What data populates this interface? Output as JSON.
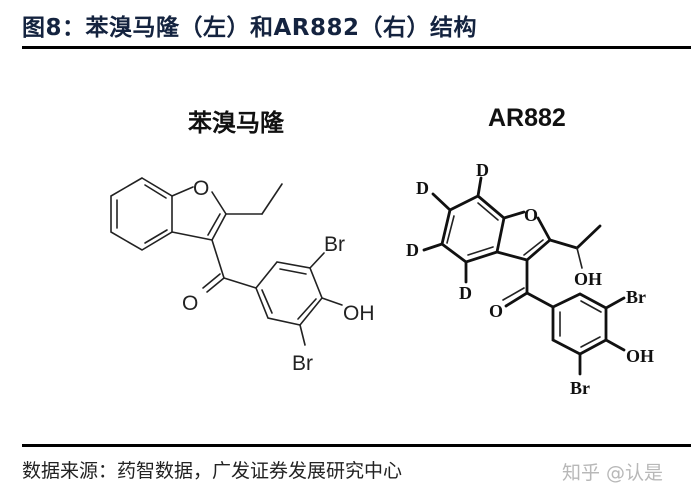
{
  "figure": {
    "title": "图8：苯溴马隆（左）和AR882（右）结构",
    "source": "数据来源：药智数据，广发证券发展研究中心",
    "watermark": "知乎 @认是"
  },
  "left_molecule": {
    "name": "苯溴马隆",
    "atoms": {
      "ring_o": "O",
      "carbonyl_o": "O",
      "br_top": "Br",
      "oh": "OH",
      "br_bottom": "Br"
    }
  },
  "right_molecule": {
    "name": "AR882",
    "atoms": {
      "d1": "D",
      "d2": "D",
      "d3": "D",
      "d4": "D",
      "ring_o": "O",
      "side_oh": "OH",
      "carbonyl_o": "O",
      "br_top": "Br",
      "oh": "OH",
      "br_bottom": "Br"
    }
  },
  "colors": {
    "title": "#14233f",
    "rule": "#000000",
    "watermark": "#b8b8b8"
  }
}
